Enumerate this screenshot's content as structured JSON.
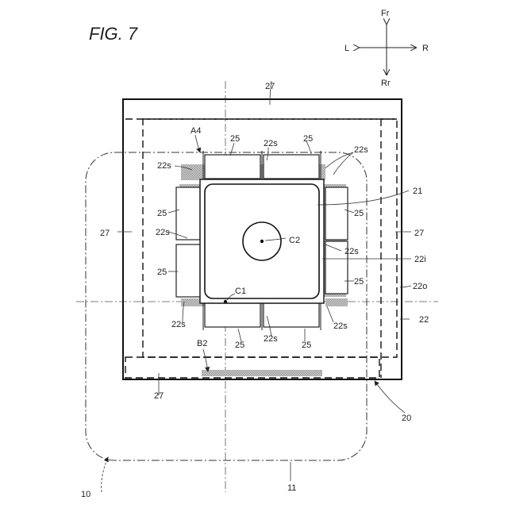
{
  "figure": {
    "title": "FIG. 7"
  },
  "compass": {
    "front": "Fr",
    "rear": "Rr",
    "left": "L",
    "right": "R"
  },
  "labels": {
    "l27_top": "27",
    "l27_left": "27",
    "l27_right": "27",
    "l27_bottom": "27",
    "A4": "A4",
    "l25_top_left": "25",
    "l25_top_right": "25",
    "l22s_top": "22s",
    "l22s_top_left": "22s",
    "l22s_top_right": "22s",
    "l25_left_top": "25",
    "l22s_left": "22s",
    "l25_left_bottom": "25",
    "l21": "21",
    "C2": "C2",
    "l25_right_top": "25",
    "l22s_right": "22s",
    "l22i": "22i",
    "l25_right_bottom": "25",
    "C1": "C1",
    "l22o": "22o",
    "l22": "22",
    "l22s_bottom_left": "22s",
    "l22s_bottom_mid": "22s",
    "l22s_bottom_right": "22s",
    "l25_bottom_left": "25",
    "l25_bottom_right": "25",
    "B2": "B2",
    "l20": "20",
    "l10": "10",
    "l11": "11"
  }
}
